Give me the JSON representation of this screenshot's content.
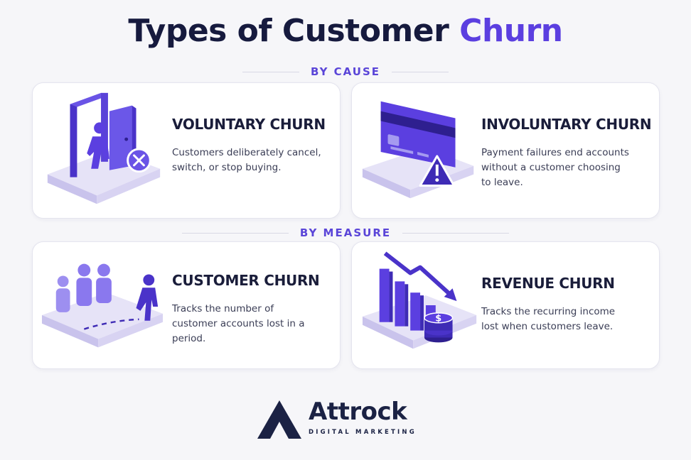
{
  "title": {
    "prefix": "Types of Customer",
    "accent": "Churn"
  },
  "sections": {
    "by_cause": "BY CAUSE",
    "by_measure": "BY MEASURE"
  },
  "cards": {
    "voluntary": {
      "heading": "VOLUNTARY CHURN",
      "line1": "Customers deliberately cancel,",
      "line2": "switch, or stop buying.",
      "icon": "door-exit-icon"
    },
    "involuntary": {
      "heading": "INVOLUNTARY CHURN",
      "line1": "Payment failures end accounts",
      "line2": "without a customer choosing",
      "line3": "to leave.",
      "icon": "credit-card-warning-icon"
    },
    "customer": {
      "heading": "CUSTOMER CHURN",
      "line1": "Tracks the number of",
      "line2": "customer accounts lost in a",
      "line3": "period.",
      "icon": "people-leaving-icon"
    },
    "revenue": {
      "heading": "REVENUE CHURN",
      "line1": "Tracks the recurring income",
      "line2": "lost when customers leave.",
      "icon": "declining-revenue-icon",
      "coin_symbol": "$"
    }
  },
  "logo": {
    "name": "Attrock",
    "tagline": "DIGITAL MARKETING"
  },
  "colors": {
    "accent": "#5b3fe0",
    "dark": "#161a3e",
    "card_border": "#e4e4ee"
  }
}
